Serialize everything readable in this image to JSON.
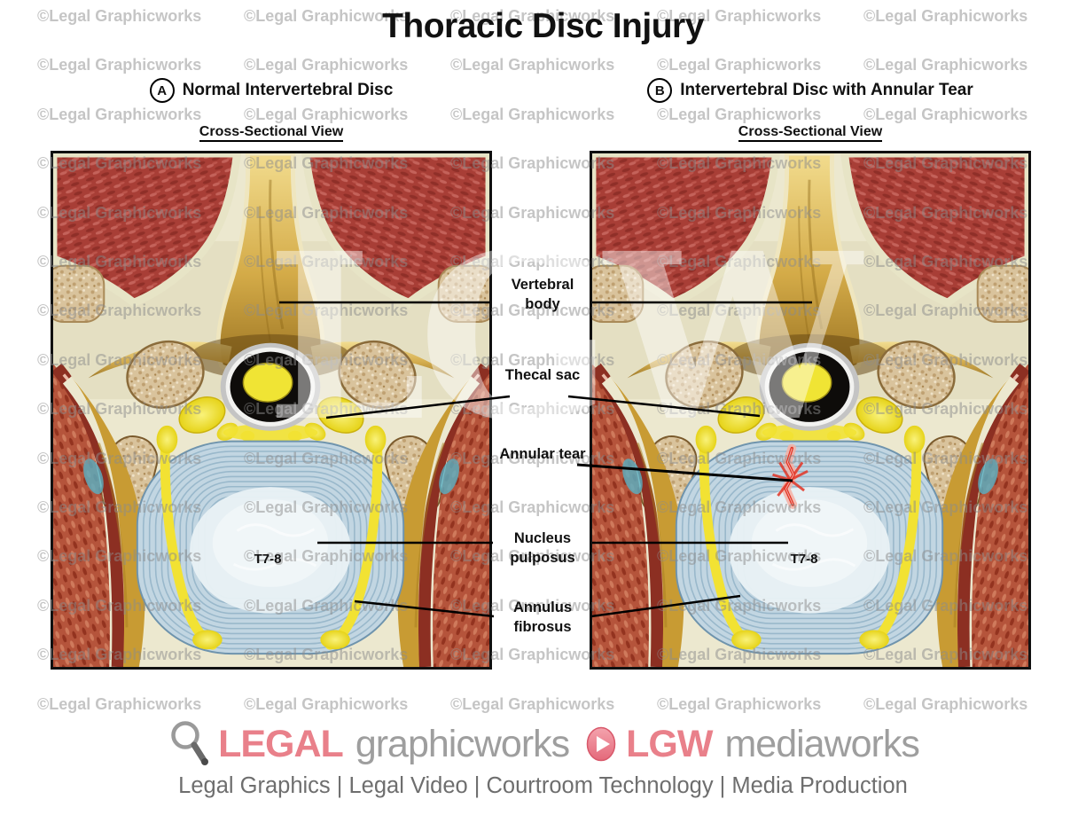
{
  "title": "Thoracic Disc Injury",
  "watermark": {
    "text": "©Legal Graphicworks",
    "big_text": "LGW"
  },
  "panels": [
    {
      "letter": "A",
      "title": "Normal Intervertebral Disc",
      "view": "Cross-Sectional View",
      "disc_label": "T7-8"
    },
    {
      "letter": "B",
      "title": "Intervertebral Disc with Annular Tear",
      "view": "Cross-Sectional View",
      "disc_label": "T7-8"
    }
  ],
  "anatomy_labels": {
    "vertebral_body": "Vertebral body",
    "thecal_sac": "Thecal sac",
    "annular_tear": "Annular tear",
    "nucleus_pulposus": "Nucleus pulposus",
    "annulus_fibrosus": "Annulus fibrosus"
  },
  "footer": {
    "brand1_bold": "LEGAL",
    "brand1_rest": "graphicworks",
    "brand2_bold": "LGW",
    "brand2_rest": "mediaworks",
    "tagline": "Legal Graphics | Legal Video | Courtroom Technology | Media Production"
  },
  "colors": {
    "watermark_gray": "#8c8c8c",
    "logo_pink": "#e9808a",
    "logo_gray": "#9e9e9e",
    "tagline_gray": "#6e6e6e",
    "muscle_red": "#a83e36",
    "muscle_light": "#c4625a",
    "side_red": "#b5543b",
    "rib_dark_red": "#8c2f22",
    "rib_pink": "#eec3b1",
    "bone_cream": "#ece8cf",
    "bone_gold": "#d4ab48",
    "bone_gold_dark": "#9a7322",
    "bone_tan": "#d9c39c",
    "bone_speckle": "#bfa071",
    "ligament_yellow": "#f2e233",
    "cord_yellow": "#f0e434",
    "canal_black": "#0e0c0a",
    "canal_gray": "#c4c4c4",
    "disc_base": "#c2d6e2",
    "disc_ring": "#8fb0c6",
    "nucleus": "#e9f1f4",
    "tear_red": "#e23424",
    "tear_pink": "#f5b0a4",
    "ochre": "#c89b33",
    "teal": "#58b0c4"
  }
}
